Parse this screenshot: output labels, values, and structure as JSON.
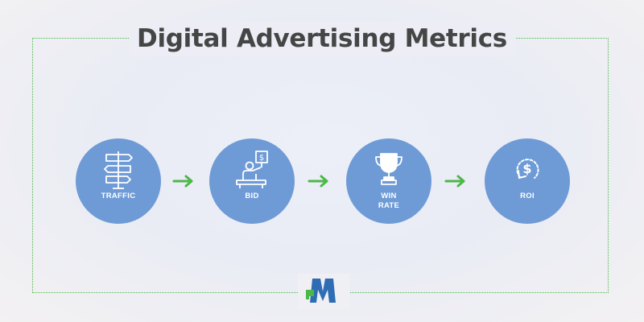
{
  "title": "Digital Advertising Metrics",
  "steps": [
    {
      "label": "TRAFFIC",
      "icon": "signpost-icon"
    },
    {
      "label": "BID",
      "icon": "bidder-paddle-icon"
    },
    {
      "label": "WIN\nRATE",
      "icon": "trophy-icon"
    },
    {
      "label": "ROI",
      "icon": "dollar-return-icon"
    }
  ],
  "colors": {
    "circle": "#6e9bd6",
    "arrow": "#4cb848",
    "frame": "#4cb848",
    "title": "#454545",
    "logo_blue": "#2e6db4",
    "logo_green": "#4cb848"
  }
}
